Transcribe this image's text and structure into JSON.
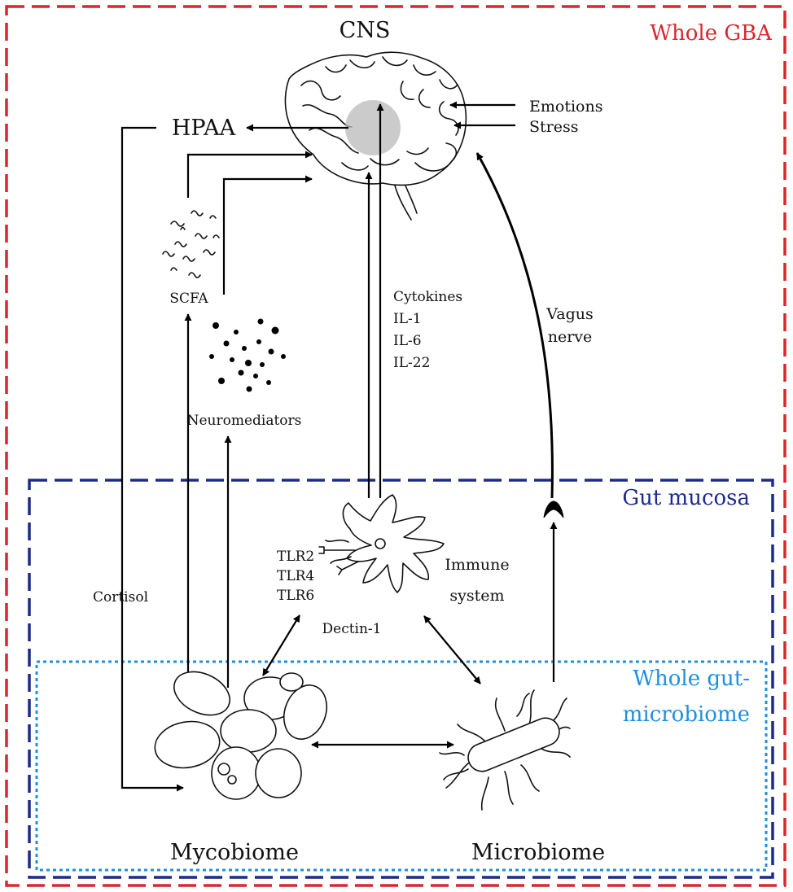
{
  "regions": {
    "whole_gba": "Whole GBA",
    "gut_mucosa": "Gut mucosa",
    "gut_microbiome_line1": "Whole gut-",
    "gut_microbiome_line2": "microbiome"
  },
  "nodes": {
    "cns": "CNS",
    "hpaa": "HPAA",
    "emotions": "Emotions",
    "stress": "Stress",
    "scfa": "SCFA",
    "neuromediators": "Neuromediators",
    "cytokines": [
      "Cytokines",
      "IL-1",
      "IL-6",
      "IL-22"
    ],
    "vagus": [
      "Vagus",
      "nerve"
    ],
    "tlrs": [
      "TLR2",
      "TLR4",
      "TLR6"
    ],
    "dectin": "Dectin-1",
    "immune": [
      "Immune",
      "system"
    ],
    "cortisol": "Cortisol",
    "mycobiome": "Mycobiome",
    "microbiome": "Microbiome"
  },
  "colors": {
    "whole_gba": "#d9272e",
    "gut_mucosa": "#1b2a8c",
    "gut_microbiome": "#1f8fe0",
    "brain_highlight": "#b9b9b9"
  }
}
